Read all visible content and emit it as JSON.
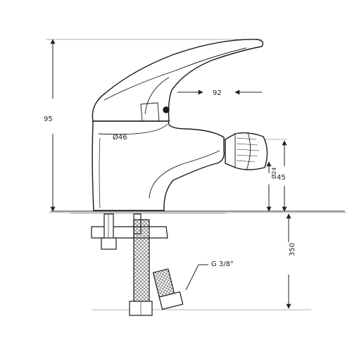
{
  "drawing": {
    "dimensions": {
      "height_total": "95",
      "spout_reach": "92",
      "body_diameter": "Ø46",
      "outlet_height": "45",
      "outlet_diameter": "Ø24",
      "hose_length": "350",
      "thread_spec": "G 3/8\""
    }
  }
}
